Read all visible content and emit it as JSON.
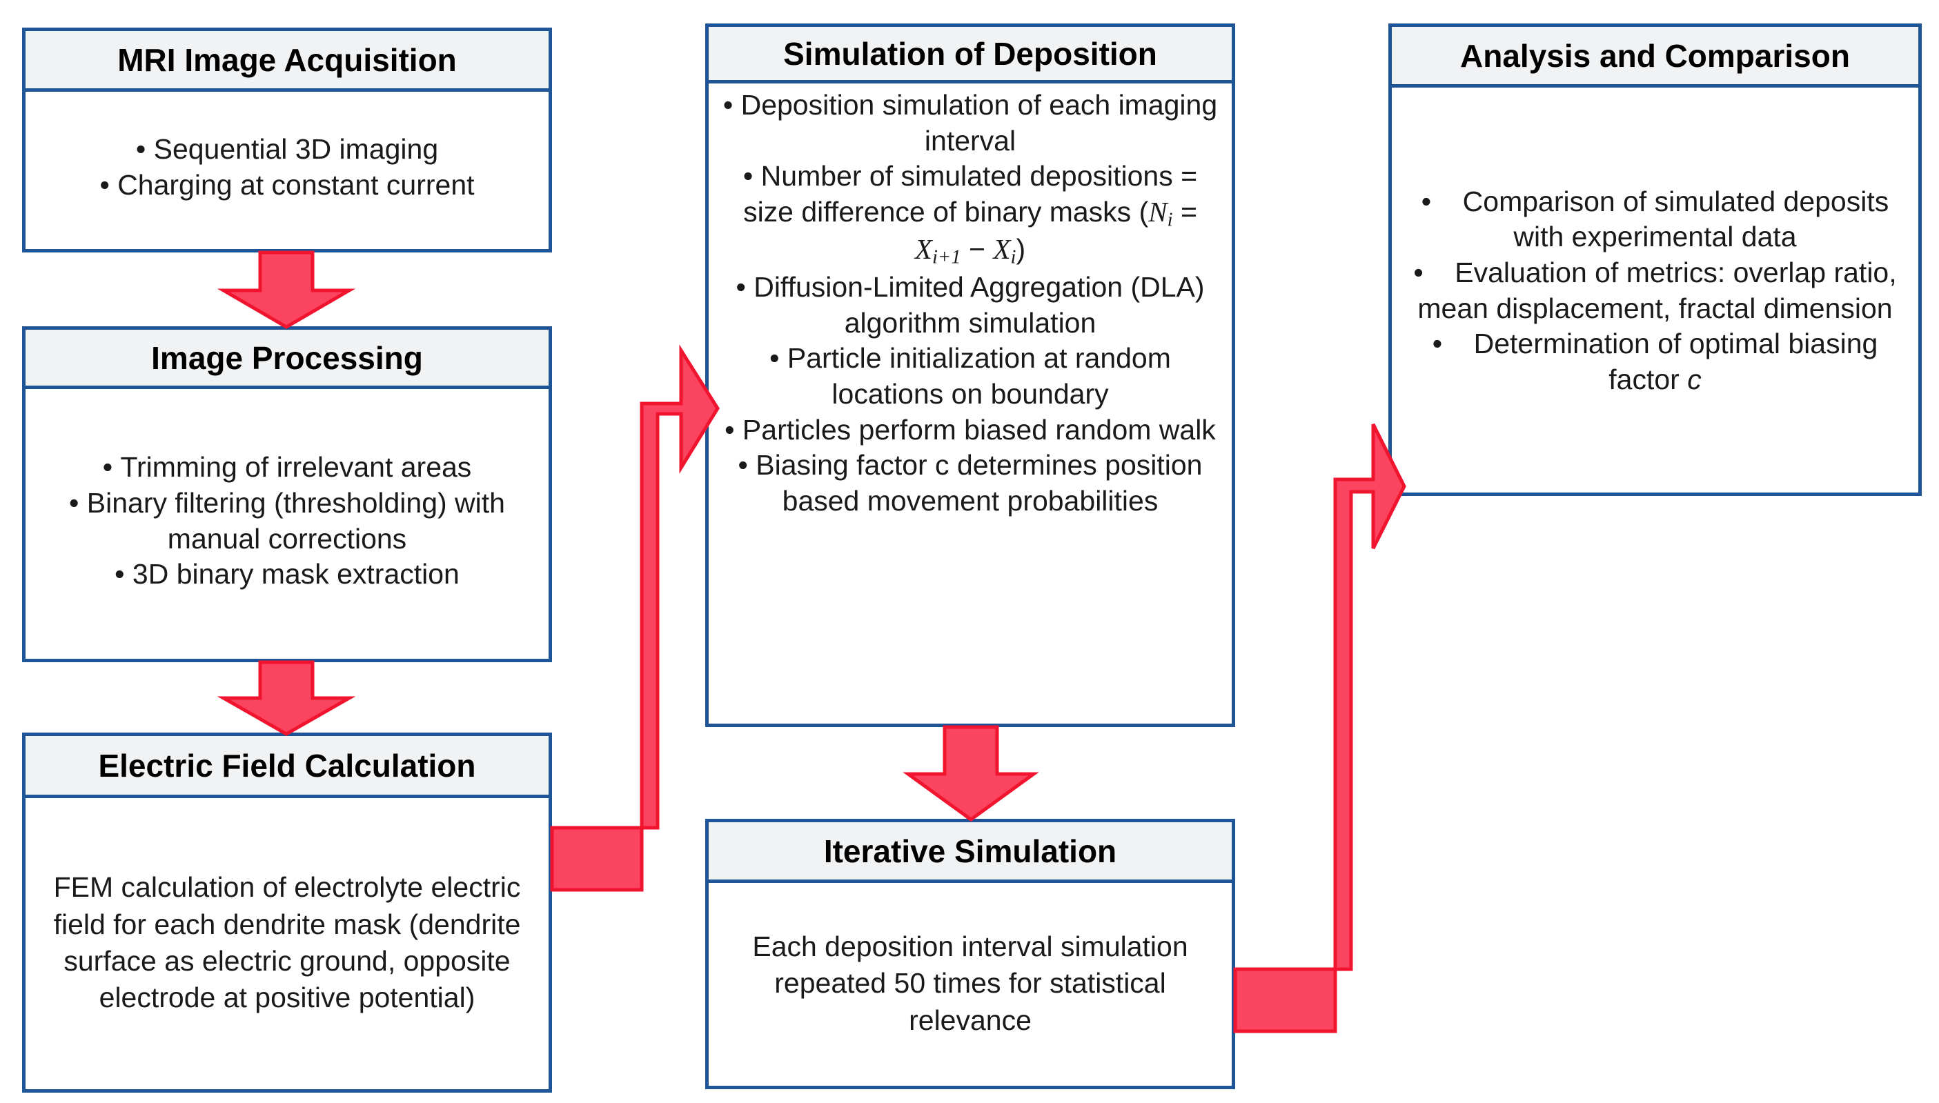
{
  "diagram": {
    "title": "Simulation workflow flowchart",
    "colors": {
      "box_border": "#1F5496",
      "box_header_fill": "#F1F2F3",
      "box_body_fill": "#FFFFFF",
      "arrow_fill": "#FB4560",
      "arrow_stroke": "#F0142F",
      "text": "#000000"
    }
  },
  "boxes": {
    "mri": {
      "title": "MRI Image Acquisition",
      "bullets": [
        "Sequential 3D imaging",
        "Charging at constant current"
      ]
    },
    "image_processing": {
      "title": "Image Processing",
      "bullets": [
        "Trimming of irrelevant areas",
        "Binary filtering (thresholding) with manual corrections",
        "3D binary mask extraction"
      ]
    },
    "electric_field": {
      "title": "Electric Field Calculation",
      "body": "FEM calculation of electrolyte electric field for each dendrite mask (dendrite surface as electric ground, opposite electrode at positive potential)"
    },
    "simulation_of_deposition": {
      "title": "Simulation of Deposition",
      "bullets": [
        "Deposition simulation of each imaging interval",
        "Number of simulated depositions = size difference of binary masks",
        "Diffusion-Limited Aggregation (DLA) algorithm simulation",
        "Particle initialization at random locations on boundary",
        "Particles perform biased random walk",
        "Biasing factor c determines position based movement probabilities"
      ],
      "formula": {
        "lhs": "N",
        "lhs_sub": "i",
        "eq": "=",
        "t1": "X",
        "t1_sub": "i+1",
        "minus": "−",
        "t2": "X",
        "t2_sub": "i",
        "open": "(",
        "close": ")"
      }
    },
    "iterative_simulation": {
      "title": "Iterative Simulation",
      "body": "Each deposition interval simulation repeated 50 times for statistical relevance"
    },
    "analysis": {
      "title": "Analysis and Comparison",
      "bullets": [
        "Comparison of simulated deposits with experimental data",
        "Evaluation of metrics: overlap ratio, mean displacement, fractal dimension",
        "Determination of optimal biasing factor c"
      ]
    }
  },
  "arrows": [
    {
      "name": "mri-to-image-processing",
      "direction": "down"
    },
    {
      "name": "image-processing-to-electric-field",
      "direction": "down"
    },
    {
      "name": "electric-field-to-simulation",
      "direction": "elbow-up-right"
    },
    {
      "name": "simulation-to-iterative",
      "direction": "down"
    },
    {
      "name": "iterative-to-analysis",
      "direction": "elbow-up-right"
    }
  ]
}
